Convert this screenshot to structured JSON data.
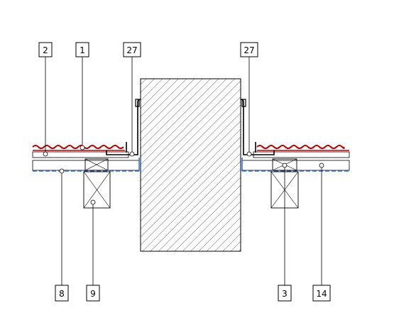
{
  "callouts": [
    {
      "id": "c2",
      "text": "2"
    },
    {
      "id": "c1",
      "text": "1"
    },
    {
      "id": "c27l",
      "text": "27"
    },
    {
      "id": "c27r",
      "text": "27"
    },
    {
      "id": "c8",
      "text": "8"
    },
    {
      "id": "c9",
      "text": "9"
    },
    {
      "id": "c3",
      "text": "3"
    },
    {
      "id": "c14",
      "text": "14"
    }
  ],
  "colors": {
    "roofing_red": "#c00000",
    "membrane_blue": "#2a6fd6",
    "line": "#000000"
  }
}
